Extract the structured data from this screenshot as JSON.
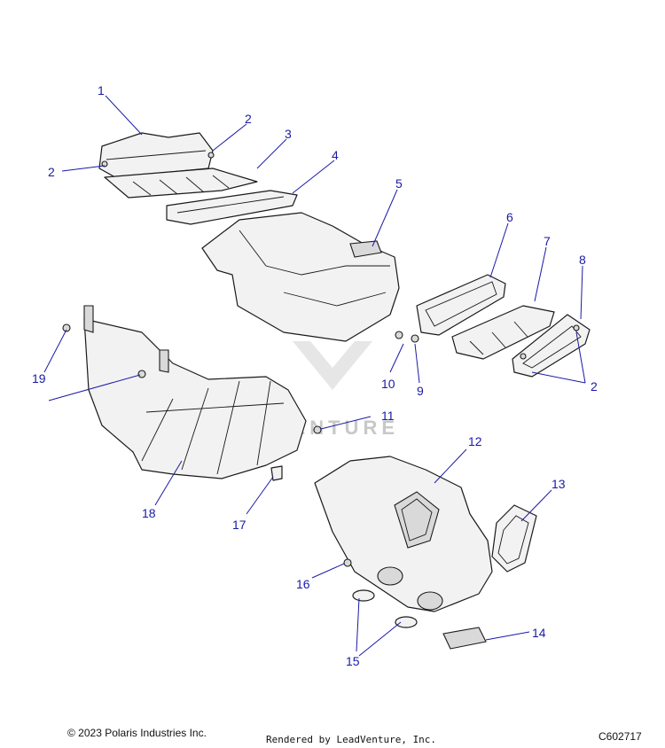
{
  "diagram": {
    "watermark": "LEADVENTURE",
    "callouts": [
      {
        "id": "1",
        "label": "1"
      },
      {
        "id": "2a",
        "label": "2"
      },
      {
        "id": "2b",
        "label": "2"
      },
      {
        "id": "2c",
        "label": "2"
      },
      {
        "id": "3",
        "label": "3"
      },
      {
        "id": "4",
        "label": "4"
      },
      {
        "id": "5",
        "label": "5"
      },
      {
        "id": "6",
        "label": "6"
      },
      {
        "id": "7",
        "label": "7"
      },
      {
        "id": "8",
        "label": "8"
      },
      {
        "id": "9",
        "label": "9"
      },
      {
        "id": "10",
        "label": "10"
      },
      {
        "id": "11",
        "label": "11"
      },
      {
        "id": "12",
        "label": "12"
      },
      {
        "id": "13",
        "label": "13"
      },
      {
        "id": "14",
        "label": "14"
      },
      {
        "id": "15",
        "label": "15"
      },
      {
        "id": "16",
        "label": "16"
      },
      {
        "id": "17",
        "label": "17"
      },
      {
        "id": "18",
        "label": "18"
      },
      {
        "id": "19",
        "label": "19"
      }
    ]
  },
  "footer": {
    "copyright": "© 2023 Polaris Industries Inc.",
    "rendered_by": "Rendered by LeadVenture, Inc.",
    "doc_id": "C602717"
  },
  "colors": {
    "callout": "#1a1aa6",
    "line": "#1a1a1a"
  }
}
